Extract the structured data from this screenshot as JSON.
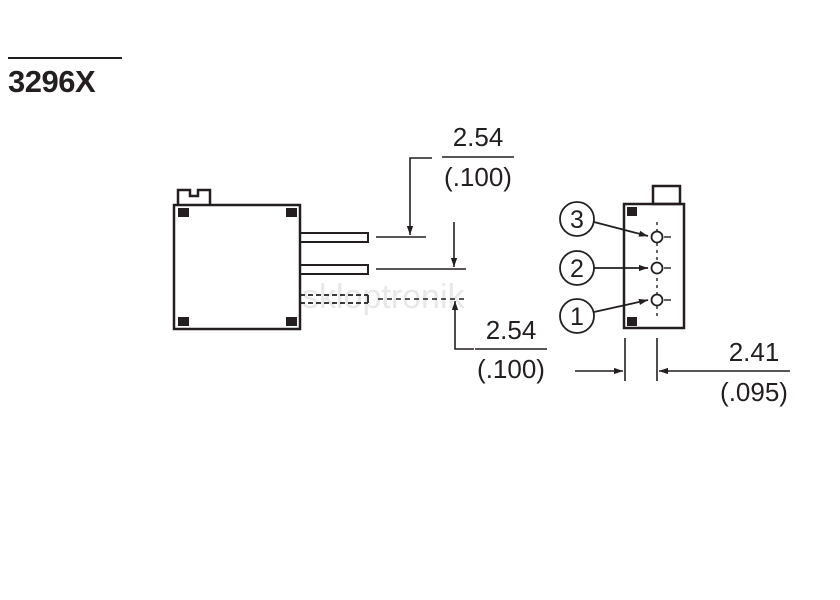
{
  "title": "3296X",
  "dimensions": {
    "pin_spacing_top": {
      "mm": "2.54",
      "inch": "(.100)"
    },
    "pin_spacing_bottom": {
      "mm": "2.54",
      "inch": "(.100)"
    },
    "pin_offset": {
      "mm": "2.41",
      "inch": "(.095)"
    }
  },
  "pins": [
    "3",
    "2",
    "1"
  ],
  "watermark": "skloptronik",
  "colors": {
    "ink": "#231f20",
    "background": "#ffffff"
  }
}
